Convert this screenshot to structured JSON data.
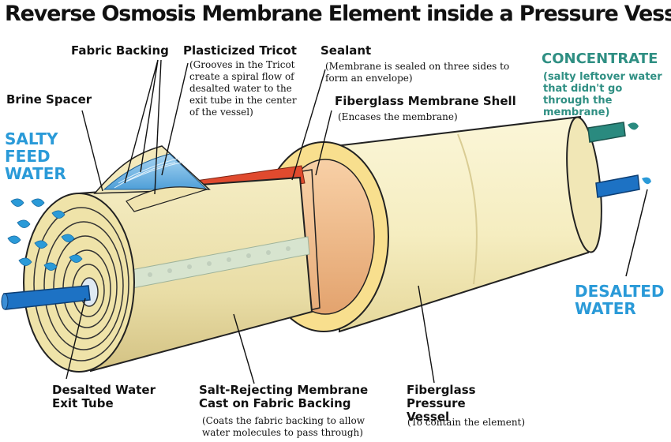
{
  "title": "Reverse Osmosis Membrane Element inside a Pressure Vessel",
  "labels": {
    "fabric_backing": "Fabric Backing",
    "plasticized_tricot": {
      "name": "Plasticized Tricot",
      "desc": "(Grooves in the Tricot create a spiral flow of desalted water to the exit tube in the center of the vessel)"
    },
    "sealant": {
      "name": "Sealant",
      "desc": "(Membrane is sealed on three sides to form an envelope)"
    },
    "concentrate": {
      "name": "CONCENTRATE",
      "desc": "(salty leftover water that didn't go through the membrane)"
    },
    "brine_spacer": "Brine Spacer",
    "fiberglass_membrane_shell": {
      "name": "Fiberglass Membrane Shell",
      "desc": "(Encases the membrane)"
    },
    "salty_feed_water": "SALTY FEED WATER",
    "desalted_water": "DESALTED WATER",
    "desalted_water_exit_tube": "Desalted Water Exit Tube",
    "salt_rejecting_membrane": {
      "name": "Salt-Rejecting Membrane Cast on Fabric Backing",
      "desc": "(Coats the fabric backing to allow water molecules to pass through)"
    },
    "fiberglass_pressure_vessel": {
      "name": "Fiberglass Pressure Vessel",
      "desc": "(To contain the element)"
    }
  },
  "colors": {
    "vessel": "#f6efc4",
    "membrane": "#ede3b0",
    "shell": "#f1b982",
    "sealant": "#e04a2e",
    "tricot_blue": "#6fb6e6",
    "pipe_blue": "#1d72c4",
    "pipe_teal": "#2a8a7f",
    "concentrate_text": "#2f8f83",
    "water_text": "#2a9ad8"
  }
}
